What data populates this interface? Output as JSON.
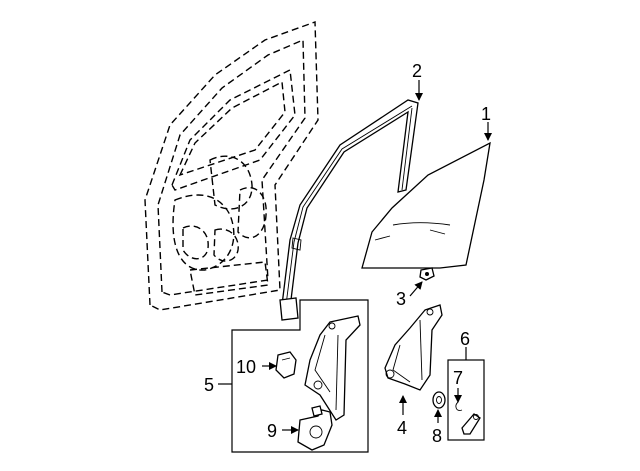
{
  "callouts": [
    {
      "id": "1",
      "label": "1",
      "part": "door-glass"
    },
    {
      "id": "2",
      "label": "2",
      "part": "glass-run-channel"
    },
    {
      "id": "3",
      "label": "3",
      "part": "glass-clip"
    },
    {
      "id": "4",
      "label": "4",
      "part": "window-regulator"
    },
    {
      "id": "5",
      "label": "5",
      "part": "regulator-motor-assembly"
    },
    {
      "id": "6",
      "label": "6",
      "part": "handle-kit"
    },
    {
      "id": "7",
      "label": "7",
      "part": "handle-clip"
    },
    {
      "id": "8",
      "label": "8",
      "part": "bushing"
    },
    {
      "id": "9",
      "label": "9",
      "part": "window-motor"
    },
    {
      "id": "10",
      "label": "10",
      "part": "motor-connector"
    }
  ],
  "colors": {
    "line": "#000000",
    "background": "#ffffff"
  }
}
